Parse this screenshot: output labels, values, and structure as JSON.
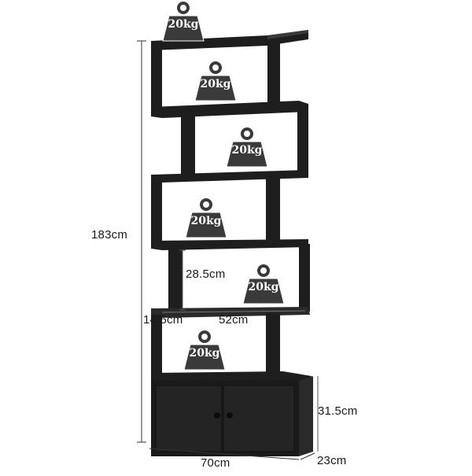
{
  "product": {
    "colors": {
      "panel": "#1e1e1e",
      "panel_edge": "#3a3a3a",
      "panel_dark": "#111111",
      "weight_fill": "#3a3a3a",
      "weight_stroke": "#ffffff",
      "dimension_line": "#333333"
    }
  },
  "weights": [
    {
      "label": "20kg"
    },
    {
      "label": "20kg"
    },
    {
      "label": "20kg"
    },
    {
      "label": "20kg"
    },
    {
      "label": "20kg"
    },
    {
      "label": "20kg"
    }
  ],
  "dimensions": {
    "height_total": "183cm",
    "shelf_gap": "28.5cm",
    "shelf_depth_small": "14.5cm",
    "shelf_width": "52cm",
    "cabinet_height": "31.5cm",
    "width_total": "70cm",
    "depth_total": "23cm"
  }
}
